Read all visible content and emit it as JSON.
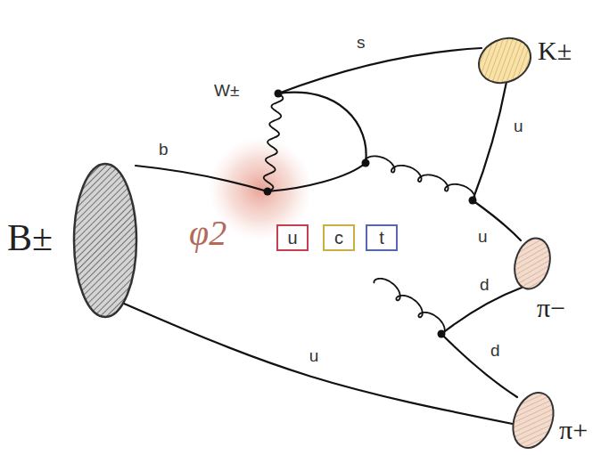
{
  "diagram": {
    "nodes": [
      {
        "text": [
          "B±"
        ]
      },
      {
        "text": [
          "K±"
        ]
      },
      {
        "text": [
          "u"
        ]
      },
      {
        "text": [
          "c"
        ]
      },
      {
        "text": [
          "t"
        ]
      },
      {
        "text": [
          "π−"
        ]
      },
      {
        "text": [
          "π+"
        ]
      }
    ],
    "edges": [
      {
        "from": 0,
        "to": 6,
        "label": "u",
        "arrow": "none"
      }
    ],
    "labels": [
      "b",
      "W±",
      "s",
      "u",
      "u",
      "d",
      "d",
      "φ2"
    ]
  }
}
